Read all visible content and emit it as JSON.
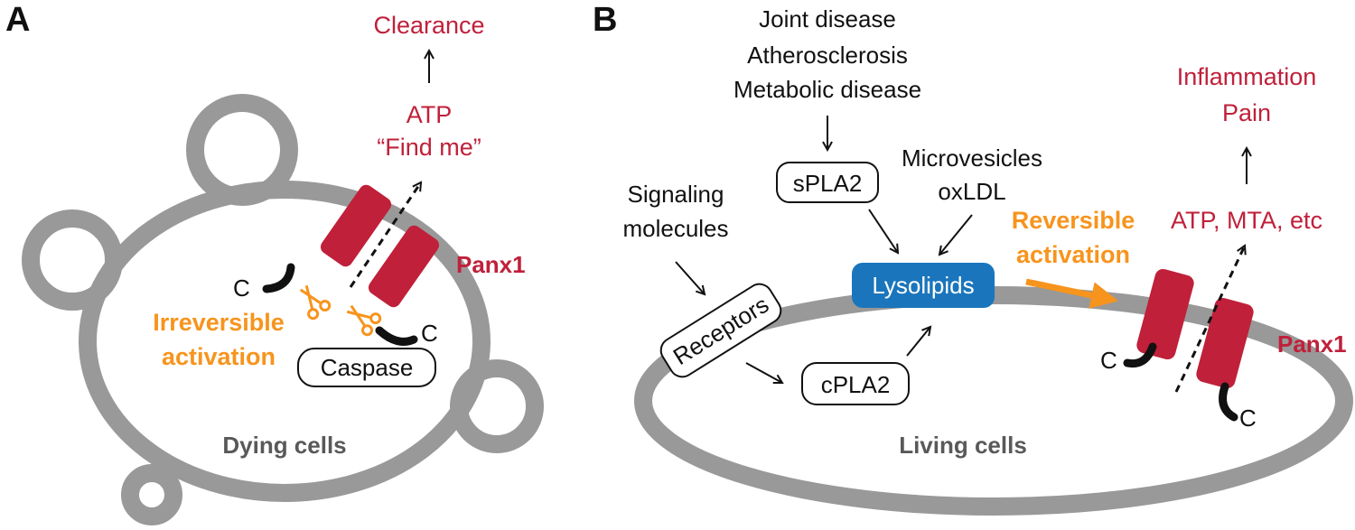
{
  "panel_a": {
    "panel_letter": "A",
    "outcome": "Clearance",
    "signal_line1": "ATP",
    "signal_line2": "“Find me”",
    "channel": "Panx1",
    "c_terminal_1": "C",
    "c_terminal_2": "C",
    "activation_line1": "Irreversible",
    "activation_line2": "activation",
    "enzyme": "Caspase",
    "cell_state": "Dying cells"
  },
  "panel_b": {
    "panel_letter": "B",
    "diseases": [
      "Joint disease",
      "Atherosclerosis",
      "Metabolic disease"
    ],
    "spla2": "sPLA2",
    "microvesicles_line1": "Microvesicles",
    "microvesicles_line2": "oxLDL",
    "signaling_line1": "Signaling",
    "signaling_line2": "molecules",
    "receptors": "Receptors",
    "lysolipids": "Lysolipids",
    "cpla2": "cPLA2",
    "activation_line1": "Reversible",
    "activation_line2": "activation",
    "release": "ATP, MTA, etc",
    "outcome_line1": "Inflammation",
    "outcome_line2": "Pain",
    "channel": "Panx1",
    "c_terminal_1": "C",
    "c_terminal_2": "C",
    "cell_state": "Living cells"
  },
  "colors": {
    "membrane": "#999999",
    "channel": "#C0203A",
    "accent": "#F7941D",
    "lysolipid_box": "#1A75BC",
    "red_text": "#C0203A"
  }
}
